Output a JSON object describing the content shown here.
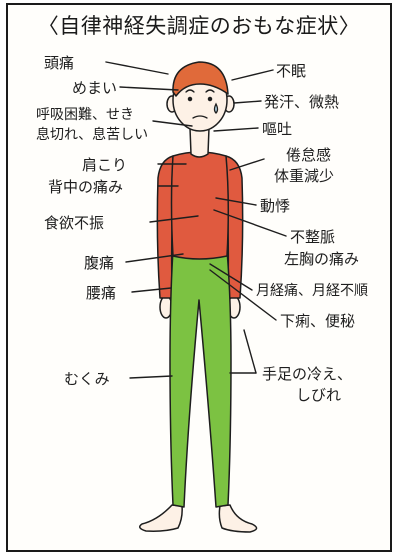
{
  "title": "〈自律神経失調症のおもな症状〉",
  "colors": {
    "shirt": "#e05a3f",
    "pants": "#7cc242",
    "hair": "#e06a3a",
    "skin": "#fdf1e6",
    "ink": "#1e1e1e"
  },
  "left_labels": [
    "頭痛",
    "めまい",
    "呼吸困難、せき",
    "息切れ、息苦しい",
    "肩こり",
    "背中の痛み",
    "食欲不振",
    "腹痛",
    "腰痛",
    "むくみ"
  ],
  "right_labels": [
    "不眠",
    "発汗、微熱",
    "嘔吐",
    "倦怠感",
    "体重減少",
    "動悸",
    "不整脈",
    "左胸の痛み",
    "月経痛、月経不順",
    "下痢、便秘",
    "手足の冷え、",
    "しびれ"
  ]
}
